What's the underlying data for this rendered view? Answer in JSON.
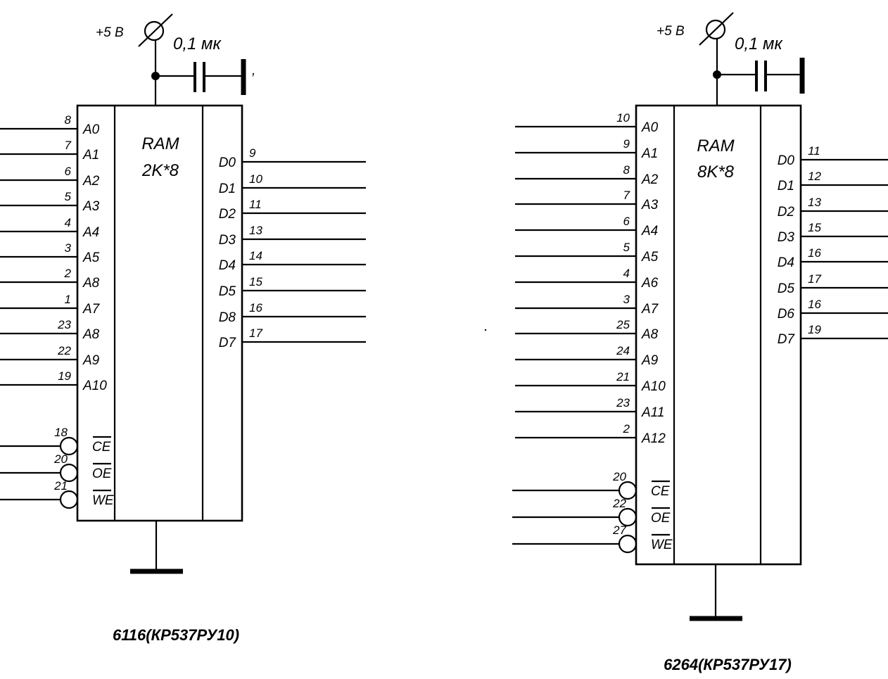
{
  "chips": [
    {
      "supply_label": "+5 В",
      "capacitor_label": "0,1 мк",
      "title": [
        "RAM",
        "2K*8"
      ],
      "part_label": "6116(КР537РУ10)",
      "address_pins": [
        {
          "name": "A0",
          "pin": "8"
        },
        {
          "name": "A1",
          "pin": "7"
        },
        {
          "name": "A2",
          "pin": "6"
        },
        {
          "name": "A3",
          "pin": "5"
        },
        {
          "name": "A4",
          "pin": "4"
        },
        {
          "name": "A5",
          "pin": "3"
        },
        {
          "name": "A8",
          "pin": "2"
        },
        {
          "name": "A7",
          "pin": "1"
        },
        {
          "name": "A8",
          "pin": "23"
        },
        {
          "name": "A9",
          "pin": "22"
        },
        {
          "name": "A10",
          "pin": "19"
        }
      ],
      "control_pins": [
        {
          "name": "CE",
          "pin": "18"
        },
        {
          "name": "OE",
          "pin": "20"
        },
        {
          "name": "WE",
          "pin": "21"
        }
      ],
      "data_pins": [
        {
          "name": "D0",
          "pin": "9"
        },
        {
          "name": "D1",
          "pin": "10"
        },
        {
          "name": "D2",
          "pin": "11"
        },
        {
          "name": "D3",
          "pin": "13"
        },
        {
          "name": "D4",
          "pin": "14"
        },
        {
          "name": "D5",
          "pin": "15"
        },
        {
          "name": "D8",
          "pin": "16"
        },
        {
          "name": "D7",
          "pin": "17"
        }
      ]
    },
    {
      "supply_label": "+5 В",
      "capacitor_label": "0,1 мк",
      "title": [
        "RAM",
        "8K*8"
      ],
      "part_label": "6264(КР537РУ17)",
      "address_pins": [
        {
          "name": "A0",
          "pin": "10"
        },
        {
          "name": "A1",
          "pin": "9"
        },
        {
          "name": "A2",
          "pin": "8"
        },
        {
          "name": "A3",
          "pin": "7"
        },
        {
          "name": "A4",
          "pin": "6"
        },
        {
          "name": "A5",
          "pin": "5"
        },
        {
          "name": "A6",
          "pin": "4"
        },
        {
          "name": "A7",
          "pin": "3"
        },
        {
          "name": "A8",
          "pin": "25"
        },
        {
          "name": "A9",
          "pin": "24"
        },
        {
          "name": "A10",
          "pin": "21"
        },
        {
          "name": "A11",
          "pin": "23"
        },
        {
          "name": "A12",
          "pin": "2"
        }
      ],
      "control_pins": [
        {
          "name": "CE",
          "pin": "20"
        },
        {
          "name": "OE",
          "pin": "22"
        },
        {
          "name": "WE",
          "pin": "27"
        }
      ],
      "data_pins": [
        {
          "name": "D0",
          "pin": "11"
        },
        {
          "name": "D1",
          "pin": "12"
        },
        {
          "name": "D2",
          "pin": "13"
        },
        {
          "name": "D3",
          "pin": "15"
        },
        {
          "name": "D4",
          "pin": "16"
        },
        {
          "name": "D5",
          "pin": "17"
        },
        {
          "name": "D6",
          "pin": "16"
        },
        {
          "name": "D7",
          "pin": "19"
        }
      ]
    }
  ]
}
